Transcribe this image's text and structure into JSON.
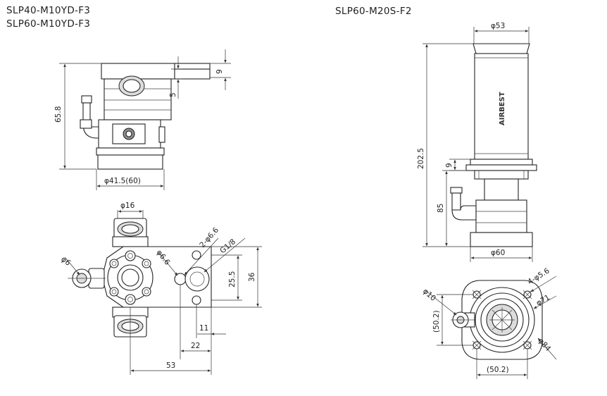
{
  "titles": {
    "left_line1": "SLP40-M10YD-F3",
    "left_line2": "SLP60-M10YD-F3",
    "right": "SLP60-M20S-F2"
  },
  "brand": "AIRBEST",
  "dimensions": {
    "left_side": {
      "height": "65.8",
      "top_offset": "9",
      "gap": "5",
      "base_diameter": "φ41.5(60)"
    },
    "left_top": {
      "port_diameter": "φ16",
      "fitting_diameter": "φ6",
      "hole_diameter": "φ6.6",
      "holes": "2-φ6.6",
      "thread": "G1/8",
      "hole_spacing": "25.5",
      "width": "36",
      "offset_small": "11",
      "offset_mid": "22",
      "overall": "53"
    },
    "right_side": {
      "top_diameter": "φ53",
      "height": "202.5",
      "flange_offset": "9",
      "lower_height": "85",
      "base_diameter": "φ60"
    },
    "right_top": {
      "fitting_diameter": "φ10",
      "holes": "4-φ5.6",
      "bolt_circle": "φ71",
      "flange_diameter": "φ84",
      "spacing_vertical": "(50.2)",
      "spacing_horizontal": "(50.2)"
    }
  }
}
